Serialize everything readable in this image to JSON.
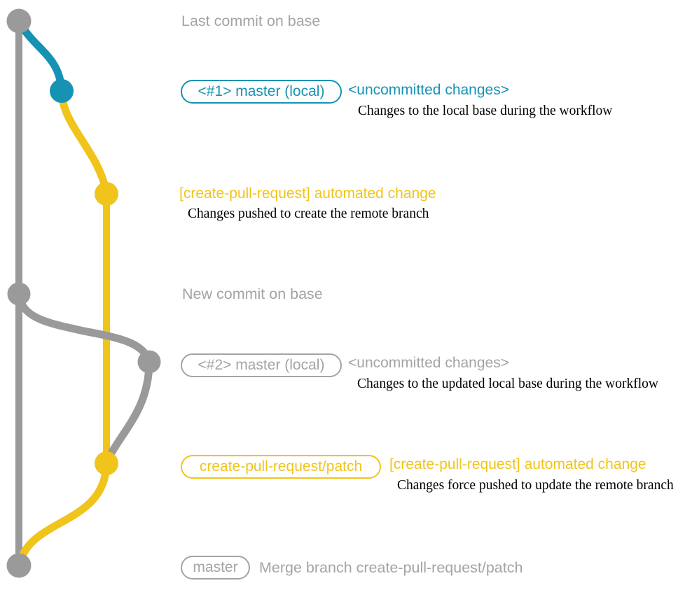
{
  "diagram": {
    "row_last_commit": {
      "label": "Last commit on base"
    },
    "row_master_local_1": {
      "badge": "<#1> master (local)",
      "note": "<uncommitted changes>",
      "description": "Changes to the local base during the workflow"
    },
    "row_automated_change_1": {
      "note": "[create-pull-request] automated change",
      "description": "Changes pushed to create the remote branch"
    },
    "row_new_commit": {
      "label": "New commit on base"
    },
    "row_master_local_2": {
      "badge": "<#2> master (local)",
      "note": "<uncommitted changes>",
      "description": "Changes to the updated local base during the workflow"
    },
    "row_automated_change_2": {
      "badge": "create-pull-request/patch",
      "note": "[create-pull-request] automated change",
      "description": "Changes force pushed to update the remote branch"
    },
    "row_merge": {
      "badge": "master",
      "label": "Merge branch create-pull-request/patch"
    }
  },
  "colors": {
    "branch_gray": "#9a9a9a",
    "text_gray": "#a4a4a4",
    "local_blue": "#1693b4",
    "patch_yellow": "#f0c41b",
    "description_black": "#000000"
  }
}
